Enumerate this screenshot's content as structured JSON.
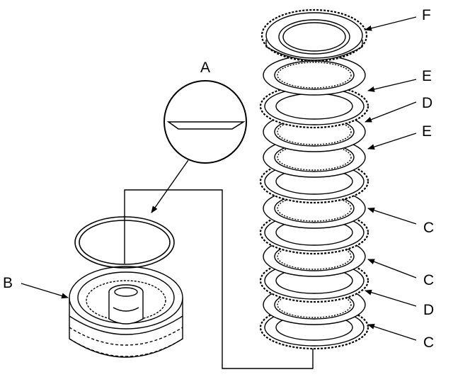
{
  "diagram": {
    "callouts": {
      "a": "A",
      "b": "B",
      "c1": "C",
      "c2": "C",
      "c3": "C",
      "d1": "D",
      "d2": "D",
      "e1": "E",
      "e2": "E",
      "f": "F"
    },
    "colors": {
      "line": "#000000",
      "background": "#ffffff",
      "fill": "#ffffff"
    }
  }
}
